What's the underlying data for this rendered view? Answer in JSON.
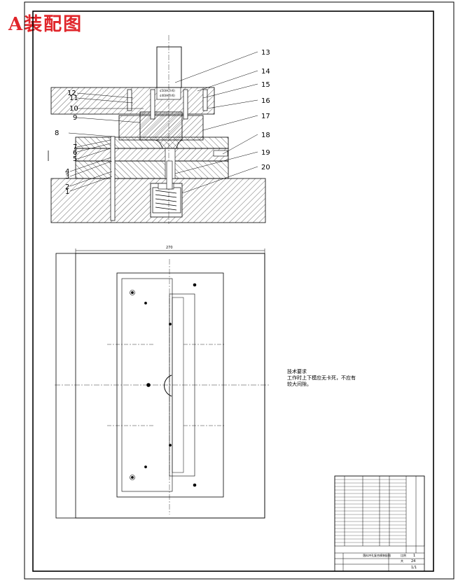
{
  "header": {
    "title": "A装配图"
  },
  "part_callouts": [
    "1",
    "2",
    "3",
    "4",
    "5",
    "6",
    "7",
    "8",
    "9",
    "10",
    "11",
    "12",
    "13",
    "14",
    "15",
    "16",
    "17",
    "18",
    "19",
    "20"
  ],
  "plan_view": {
    "dimension_label": "270"
  },
  "technical_notes": {
    "heading": "技术要求",
    "line1": "工作时上下模应无卡死，不应有",
    "line2": "较大间隙。"
  },
  "title_block": {
    "drawing_title": "落料冲孔复合模装配图",
    "scale_label": "比例",
    "scale_value": "1",
    "sheet_label": "共",
    "sheet_value": "24",
    "sheet_total": "1/1"
  }
}
